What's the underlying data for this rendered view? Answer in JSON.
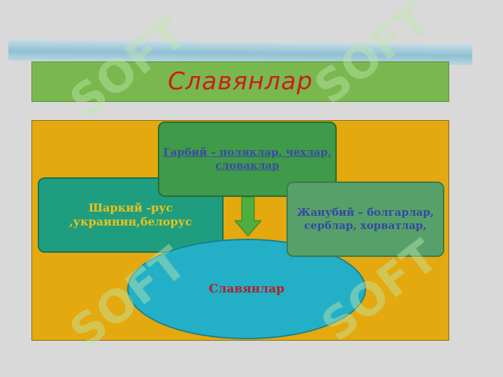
{
  "title": "Славянлар",
  "diagram": {
    "west": "Гарбий – поляклар, чехлар, словаклар",
    "east": "Шаркий -рус ,украинин,белорус",
    "south": "Жанубий – болгарлар, серблар, хорватлар,",
    "center": "Славянлар"
  },
  "watermark": "SOFT",
  "colors": {
    "title_bg": "#79b84e",
    "title_text": "#c8201a",
    "panel_bg": "#e3a90e",
    "center_bg": "#23b0c6"
  }
}
